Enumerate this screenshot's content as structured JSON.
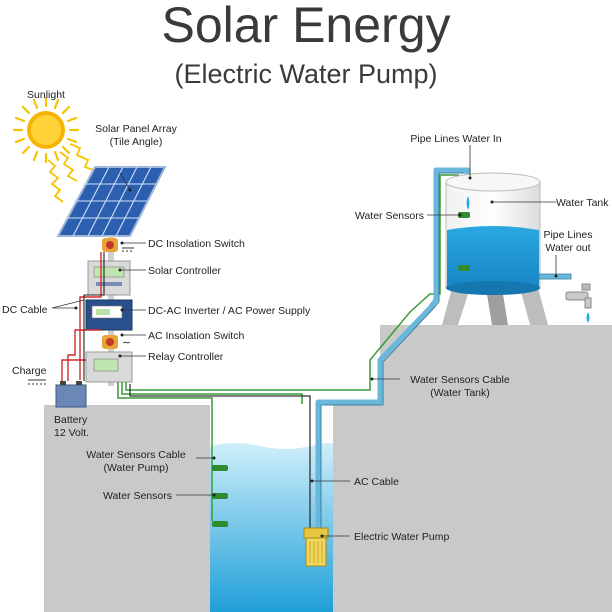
{
  "title": "Solar Energy",
  "subtitle": "(Electric Water Pump)",
  "labels": {
    "sunlight": "Sunlight",
    "solar_panel_line1": "Solar Panel Array",
    "solar_panel_line2": "(Tile Angle)",
    "dc_insolation_switch": "DC Insolation Switch",
    "solar_controller": "Solar Controller",
    "dc_cable": "DC Cable",
    "dc_ac_inverter": "DC-AC Inverter / AC Power Supply",
    "ac_insolation_switch": "AC Insolation Switch",
    "relay_controller": "Relay Controller",
    "charge": "Charge",
    "battery_line1": "Battery",
    "battery_line2": "12 Volt.",
    "pipe_lines_water_in": "Pipe Lines Water In",
    "water_tank": "Water Tank",
    "water_sensors_tank": "Water Sensors",
    "pipe_lines_water_out_line1": "Pipe Lines",
    "pipe_lines_water_out_line2": "Water out",
    "water_sensors_cable_tank_line1": "Water Sensors Cable",
    "water_sensors_cable_tank_line2": "(Water Tank)",
    "water_sensors_cable_pump_line1": "Water Sensors Cable",
    "water_sensors_cable_pump_line2": "(Water Pump)",
    "water_sensors_pump": "Water Sensors",
    "ac_cable": "AC Cable",
    "electric_water_pump": "Electric Water Pump"
  },
  "colors": {
    "ground": "#c9c9c9",
    "water": "#3bb0e0",
    "water_light": "#bfe6f6",
    "sun": "#f5c400",
    "panel": "#2d5fb0",
    "sensor_cable": "#3a9a3a",
    "pipe": "#69b8dc",
    "dc_red": "#d32a2a"
  }
}
